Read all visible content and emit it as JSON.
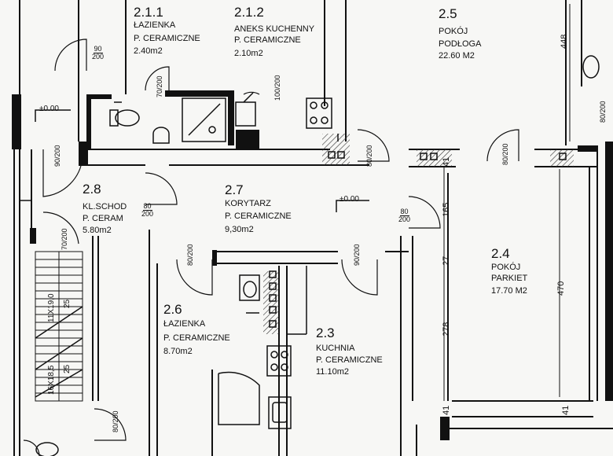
{
  "rooms": [
    {
      "id": "r211",
      "number": "2.1.1",
      "name": "ŁAZIENKA",
      "floor": "P. CERAMICZNE",
      "area": "2.40m2"
    },
    {
      "id": "r212",
      "number": "2.1.2",
      "name": "ANEKS KUCHENNY",
      "floor": "P. CERAMICZNE",
      "area": "2.10m2"
    },
    {
      "id": "r25",
      "number": "2.5",
      "name": "POKÓJ",
      "floor": "PODŁOGA",
      "area": "22.60 M2"
    },
    {
      "id": "r28",
      "number": "2.8",
      "name": "KL.SCHOD",
      "floor": "P. CERAM",
      "area": "5.80m2"
    },
    {
      "id": "r27",
      "number": "2.7",
      "name": "KORYTARZ",
      "floor": "P. CERAMICZNE",
      "area": "9,30m2"
    },
    {
      "id": "r24",
      "number": "2.4",
      "name": "POKÓJ",
      "floor": "PARKIET",
      "area": "17.70 M2"
    },
    {
      "id": "r26",
      "number": "2.6",
      "name": "ŁAZIENKA",
      "floor": "P. CERAMICZNE",
      "area": "8.70m2"
    },
    {
      "id": "r23",
      "number": "2.3",
      "name": "KUCHNIA",
      "floor": "P. CERAMICZNE",
      "area": "11.10m2"
    }
  ],
  "doors": [
    {
      "w": "90",
      "h": "200"
    },
    {
      "w": "70",
      "h": "200"
    },
    {
      "w": "100",
      "h": "200"
    },
    {
      "w": "90",
      "h": "200"
    },
    {
      "w": "80",
      "h": "200"
    },
    {
      "w": "80",
      "h": "200"
    },
    {
      "w": "80",
      "h": "200"
    },
    {
      "w": "80",
      "h": "200"
    },
    {
      "w": "80",
      "h": "200"
    },
    {
      "w": "80",
      "h": "200"
    },
    {
      "w": "90",
      "h": "200"
    },
    {
      "w": "70",
      "h": "200"
    },
    {
      "w": "80",
      "h": "200"
    }
  ],
  "levels": [
    "±0.00",
    "±0.00"
  ],
  "dimensions": [
    "448",
    "470",
    "165",
    "27",
    "278",
    "41",
    "41",
    "41"
  ],
  "stairs": [
    "11X19,0",
    "25",
    "16X18,5",
    "25"
  ]
}
